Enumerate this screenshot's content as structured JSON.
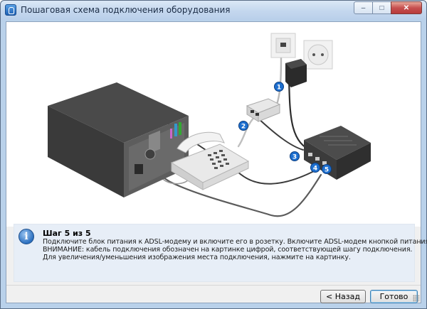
{
  "window": {
    "title": "Пошаговая схема подключения оборудования"
  },
  "diagram": {
    "markers": [
      "1",
      "2",
      "3",
      "4",
      "5"
    ],
    "icons": [
      "system-unit",
      "telephone",
      "adsl-splitter",
      "phone-wall-socket",
      "power-outlet",
      "power-adapter",
      "adsl-modem"
    ]
  },
  "info": {
    "step": "Шаг 5 из 5",
    "line1": "Подключите блок питания к ADSL-модему и включите его в розетку. Включите ADSL-модем кнопкой питания.",
    "line2": "ВНИМАНИЕ: кабель подключения обозначен на картинке цифрой, соответствующей шагу подключения.",
    "line3": "Для увеличения/уменьшения изображения места подключения, нажмите на картинку."
  },
  "buttons": {
    "back": "< Назад",
    "done": "Готово"
  }
}
